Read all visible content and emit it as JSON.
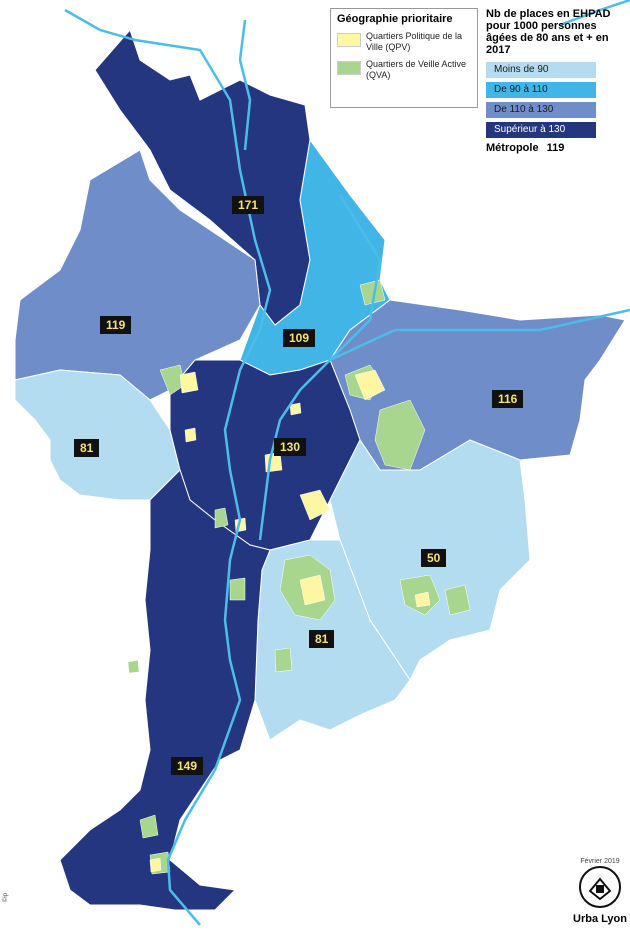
{
  "colors": {
    "under_90": "#b3dcf0",
    "90_110": "#41b6e6",
    "110_130": "#6f8dc9",
    "over_130": "#23367f",
    "qpv": "#fdf6a3",
    "qva": "#a9d68f",
    "river": "#4cbde9",
    "label_bg": "#111111",
    "label_text": "#f4e27a"
  },
  "legend_geo": {
    "title": "Géographie prioritaire",
    "items": [
      {
        "label": "Quartiers Politique de la Ville (QPV)"
      },
      {
        "label": "Quartiers de Veille Active (QVA)"
      }
    ]
  },
  "legend_ehpad": {
    "title": "Nb de places en EHPAD pour 1000 personnes âgées de 80 ans et + en 2017",
    "classes": [
      {
        "label": "Moins de 90"
      },
      {
        "label": "De 90 à 110"
      },
      {
        "label": "De 110 à 130"
      },
      {
        "label": "Supérieur à 130"
      }
    ],
    "metropole_label": "Métropole",
    "metropole_value": "119"
  },
  "zones": {
    "north": {
      "value": "171",
      "class": "over_130"
    },
    "northwest": {
      "value": "119",
      "class": "110_130"
    },
    "northeast_small": {
      "value": "109",
      "class": "90_110"
    },
    "east": {
      "value": "116",
      "class": "110_130"
    },
    "west": {
      "value": "81",
      "class": "under_90"
    },
    "center": {
      "value": "130",
      "class": "over_130"
    },
    "southeast": {
      "value": "50",
      "class": "under_90"
    },
    "southcenter": {
      "value": "81",
      "class": "under_90"
    },
    "south": {
      "value": "149",
      "class": "over_130"
    }
  },
  "logo": {
    "subtitle": "Février 2019",
    "name": "Urba Lyon"
  },
  "credit": "©ip"
}
